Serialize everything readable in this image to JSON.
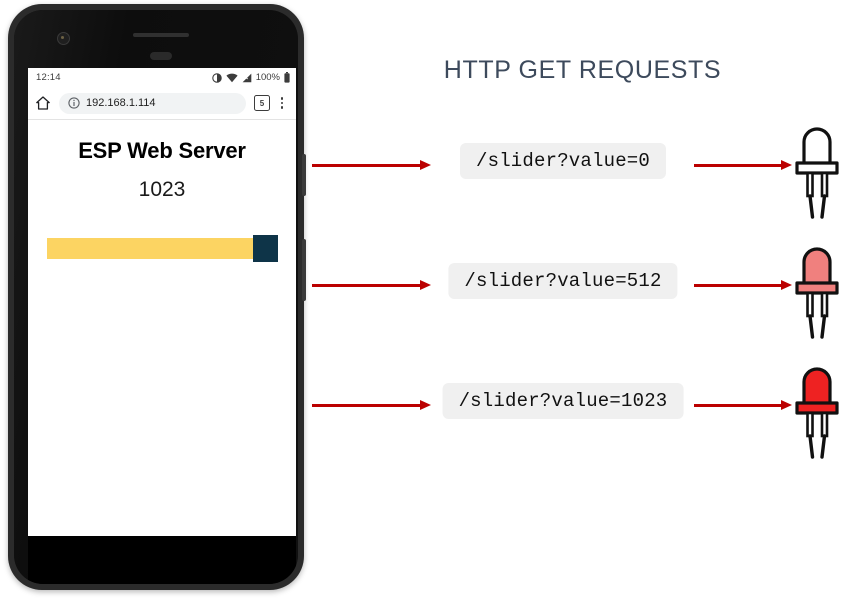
{
  "phone": {
    "device_name": "android-phone",
    "statusbar": {
      "time": "12:14",
      "battery_text": "100%",
      "icons": [
        "dnd-icon",
        "wifi-icon",
        "signal-icon",
        "battery-icon"
      ]
    },
    "browser": {
      "home_icon": "home-icon",
      "info_icon": "info-circle-icon",
      "url": "192.168.1.114",
      "tab_count": "5",
      "menu_icon": "three-dot-menu-icon"
    },
    "page": {
      "title": "ESP Web Server",
      "slider_value": "1023",
      "slider_percent": 100,
      "slider_track_color": "#fcd462",
      "slider_thumb_color": "#0e3448"
    }
  },
  "diagram": {
    "title": "HTTP GET REQUESTS",
    "title_color": "#3d4a5c",
    "arrow_color": "#bb0000",
    "rows": [
      {
        "request": "/slider?value=0",
        "led_state": "off",
        "led_color": "#ffffff",
        "led_name": "led-off"
      },
      {
        "request": "/slider?value=512",
        "led_state": "dim",
        "led_color": "#f0807e",
        "led_name": "led-dim"
      },
      {
        "request": "/slider?value=1023",
        "led_state": "bright",
        "led_color": "#ee2222",
        "led_name": "led-bright"
      }
    ]
  }
}
